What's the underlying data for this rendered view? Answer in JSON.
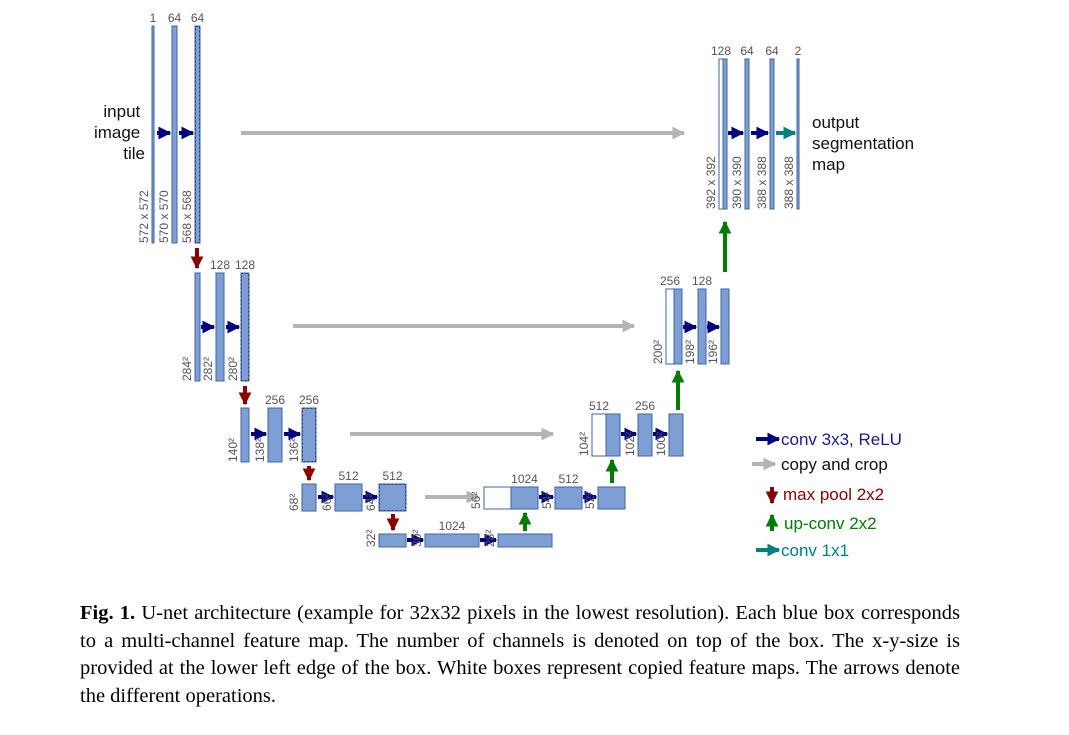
{
  "colors": {
    "box_fill": "#7d9fd3",
    "box_stroke": "#3f64a8",
    "white_box": "#ffffff",
    "conv": "#00007f",
    "copy": "#b4b4b4",
    "maxpool": "#8b0000",
    "upconv": "#007c00",
    "conv1x1": "#008080"
  },
  "input_label": [
    "input",
    "image",
    "tile"
  ],
  "output_label": [
    "output",
    "segmentation",
    "map"
  ],
  "boxes": [
    {
      "id": "l1-a",
      "channels": "1",
      "size": "572 x 572",
      "white": false
    },
    {
      "id": "l1-b",
      "channels": "64",
      "size": "570 x 570",
      "white": false
    },
    {
      "id": "l1-c",
      "channels": "64",
      "size": "568 x 568",
      "white": false
    },
    {
      "id": "l2-a",
      "channels": "",
      "size": "284²",
      "white": false
    },
    {
      "id": "l2-b",
      "channels": "128",
      "size": "282²",
      "white": false
    },
    {
      "id": "l2-c",
      "channels": "128",
      "size": "280²",
      "white": false
    },
    {
      "id": "l3-a",
      "channels": "",
      "size": "140²",
      "white": false
    },
    {
      "id": "l3-b",
      "channels": "256",
      "size": "138²",
      "white": false
    },
    {
      "id": "l3-c",
      "channels": "256",
      "size": "136²",
      "white": false
    },
    {
      "id": "l4-a",
      "channels": "",
      "size": "68²",
      "white": false
    },
    {
      "id": "l4-b",
      "channels": "512",
      "size": "66²",
      "white": false
    },
    {
      "id": "l4-c",
      "channels": "512",
      "size": "64²",
      "white": false
    },
    {
      "id": "l5-a",
      "channels": "",
      "size": "32²",
      "white": false
    },
    {
      "id": "l5-b",
      "channels": "1024",
      "size": "30²",
      "white": false
    },
    {
      "id": "l5-c",
      "channels": "",
      "size": "28²",
      "white": false
    },
    {
      "id": "u4-white",
      "channels": "",
      "size": "56²",
      "white": true
    },
    {
      "id": "u4-up",
      "channels": "1024",
      "size": "",
      "white": false
    },
    {
      "id": "u4-b",
      "channels": "512",
      "size": "54²",
      "white": false
    },
    {
      "id": "u4-c",
      "channels": "",
      "size": "52²",
      "white": false
    },
    {
      "id": "u3-white",
      "channels": "512",
      "size": "104²",
      "white": true
    },
    {
      "id": "u3-up",
      "channels": "",
      "size": "",
      "white": false
    },
    {
      "id": "u3-b",
      "channels": "256",
      "size": "102²",
      "white": false
    },
    {
      "id": "u3-c",
      "channels": "",
      "size": "100²",
      "white": false
    },
    {
      "id": "u2-white",
      "channels": "256",
      "size": "200²",
      "white": true
    },
    {
      "id": "u2-up",
      "channels": "",
      "size": "",
      "white": false
    },
    {
      "id": "u2-b",
      "channels": "128",
      "size": "198²",
      "white": false
    },
    {
      "id": "u2-c",
      "channels": "",
      "size": "196²",
      "white": false
    },
    {
      "id": "u1-white",
      "channels": "128",
      "size": "392 x 392",
      "white": true
    },
    {
      "id": "u1-up",
      "channels": "",
      "size": "",
      "white": false
    },
    {
      "id": "u1-b",
      "channels": "64",
      "size": "390 x 390",
      "white": false
    },
    {
      "id": "u1-c",
      "channels": "64",
      "size": "388 x 388",
      "white": false
    },
    {
      "id": "u1-out",
      "channels": "2",
      "size": "388 x 388",
      "white": false
    }
  ],
  "legend": [
    {
      "label": "conv 3x3, ReLU",
      "kind": "conv",
      "color": "#00007f"
    },
    {
      "label": "copy and crop",
      "kind": "copy",
      "color": "#b4b4b4"
    },
    {
      "label": "max pool 2x2",
      "kind": "maxpool",
      "color": "#8b0000"
    },
    {
      "label": "up-conv 2x2",
      "kind": "upconv",
      "color": "#007c00"
    },
    {
      "label": "conv 1x1",
      "kind": "conv1x1",
      "color": "#008080"
    }
  ],
  "caption": {
    "label": "Fig. 1.",
    "text": "U-net architecture (example for 32x32 pixels in the lowest resolution). Each blue box corresponds to a multi-channel feature map. The number of channels is denoted on top of the box. The x-y-size is provided at the lower left edge of the box. White boxes represent copied feature maps. The arrows denote the different operations."
  }
}
